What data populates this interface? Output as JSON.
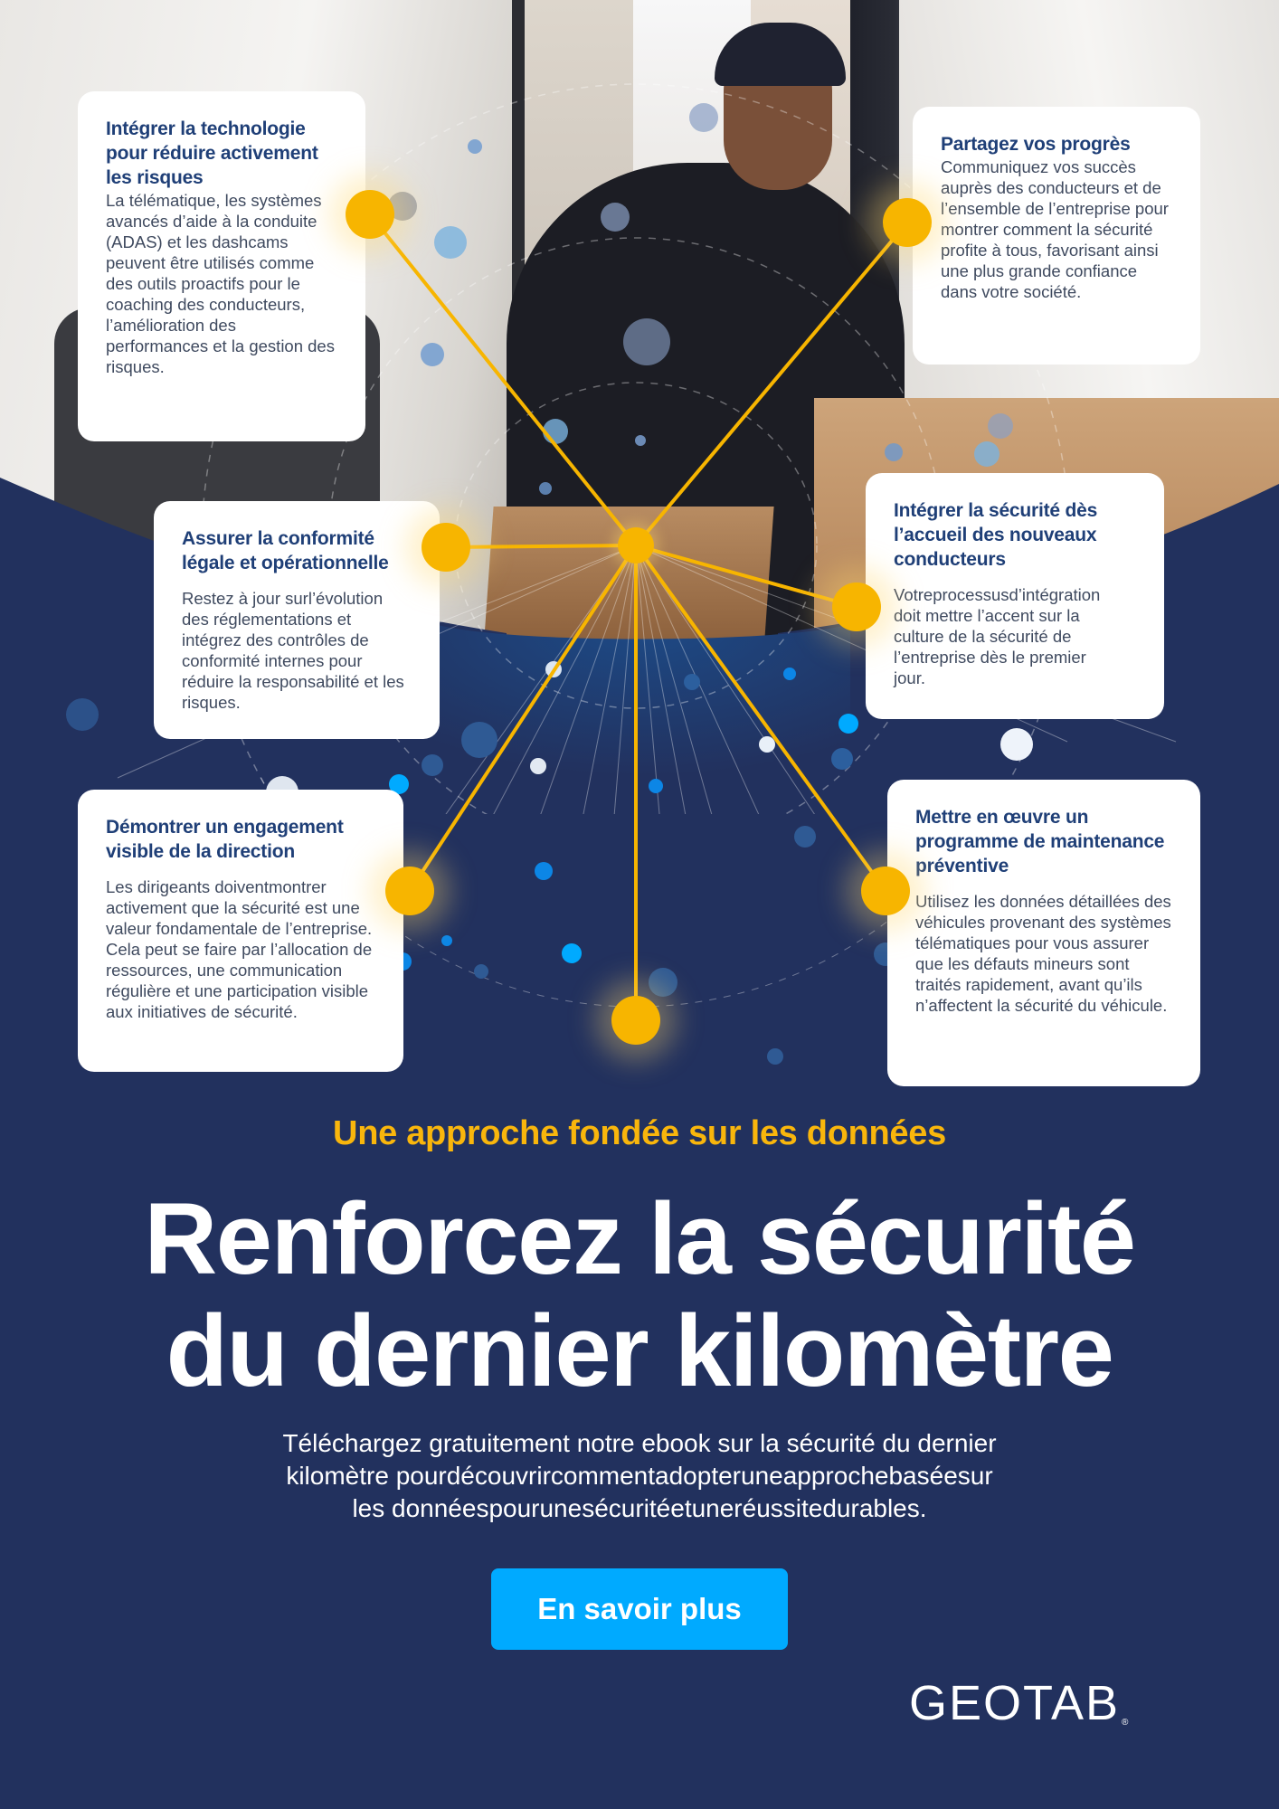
{
  "colors": {
    "navy_background": "#22315e",
    "accent_yellow": "#f7b500",
    "card_title": "#1f3f77",
    "card_text": "#3f4a5f",
    "cta_blue": "#00aaff",
    "white": "#ffffff"
  },
  "hero_image": {
    "description": "Delivery person in cap and black quilted vest standing at open van doors holding cardboard boxes"
  },
  "diagram": {
    "hub_icon": "network-hub-icon",
    "cards": [
      {
        "title": "Intégrer la technologie pour réduire activement les risques",
        "body": "La télématique, les systèmes avancés d’aide à la conduite (ADAS) et les dashcams peuvent être utilisés comme des outils proactifs pour le coaching des conducteurs, l’amélioration des performances et la gestion des risques."
      },
      {
        "title": "Partagez vos progrès",
        "body": "Communiquez vos succès auprès des conducteurs et de l’ensemble de l’entreprise pour montrer comment la sécurité profite à tous, favorisant ainsi une plus grande confiance dans votre société."
      },
      {
        "title": "Assurer la conformité légale et opérationnelle",
        "body": "Restez à jour surl’évolution des réglementations et intégrez des contrôles de conformité internes pour réduire la responsabilité et les risques."
      },
      {
        "title": "Intégrer la sécurité dès l’accueil des nouveaux conducteurs",
        "body": "Votreprocessusd’intégration doit mettre l’accent sur la culture de la sécurité de l’entreprise dès le premier jour."
      },
      {
        "title": "Démontrer un engagement visible de la direction",
        "body": "Les dirigeants doiventmontrer activement que la sécurité est une valeur fondamentale de l’entreprise. Cela peut se faire par l’allocation de ressources, une communication régulière et une participation visible aux initiatives de sécurité."
      },
      {
        "title": "Mettre en œuvre un programme de maintenance préventive",
        "body": "Utilisez les données détaillées des véhicules provenant des systèmes télématiques pour vous assurer que les défauts mineurs sont traités rapidement, avant qu’ils n’affectent la sécurité du véhicule."
      }
    ]
  },
  "hero": {
    "eyebrow": "Une approche fondée sur les données",
    "headline_line1": "Renforcez la sécurité",
    "headline_line2": "du dernier kilomètre",
    "subtext_line1": "Téléchargez gratuitement notre ebook sur la sécurité du dernier",
    "subtext_line2": "kilomètre pourdécouvrircommentadopteruneapprochebaséesur",
    "subtext_line3": "les donnéespourunesécuritéetuneréussitedurables.",
    "cta_label": "En savoir plus"
  },
  "footer": {
    "logo_text": "GEOTAB",
    "logo_mark": "®"
  }
}
